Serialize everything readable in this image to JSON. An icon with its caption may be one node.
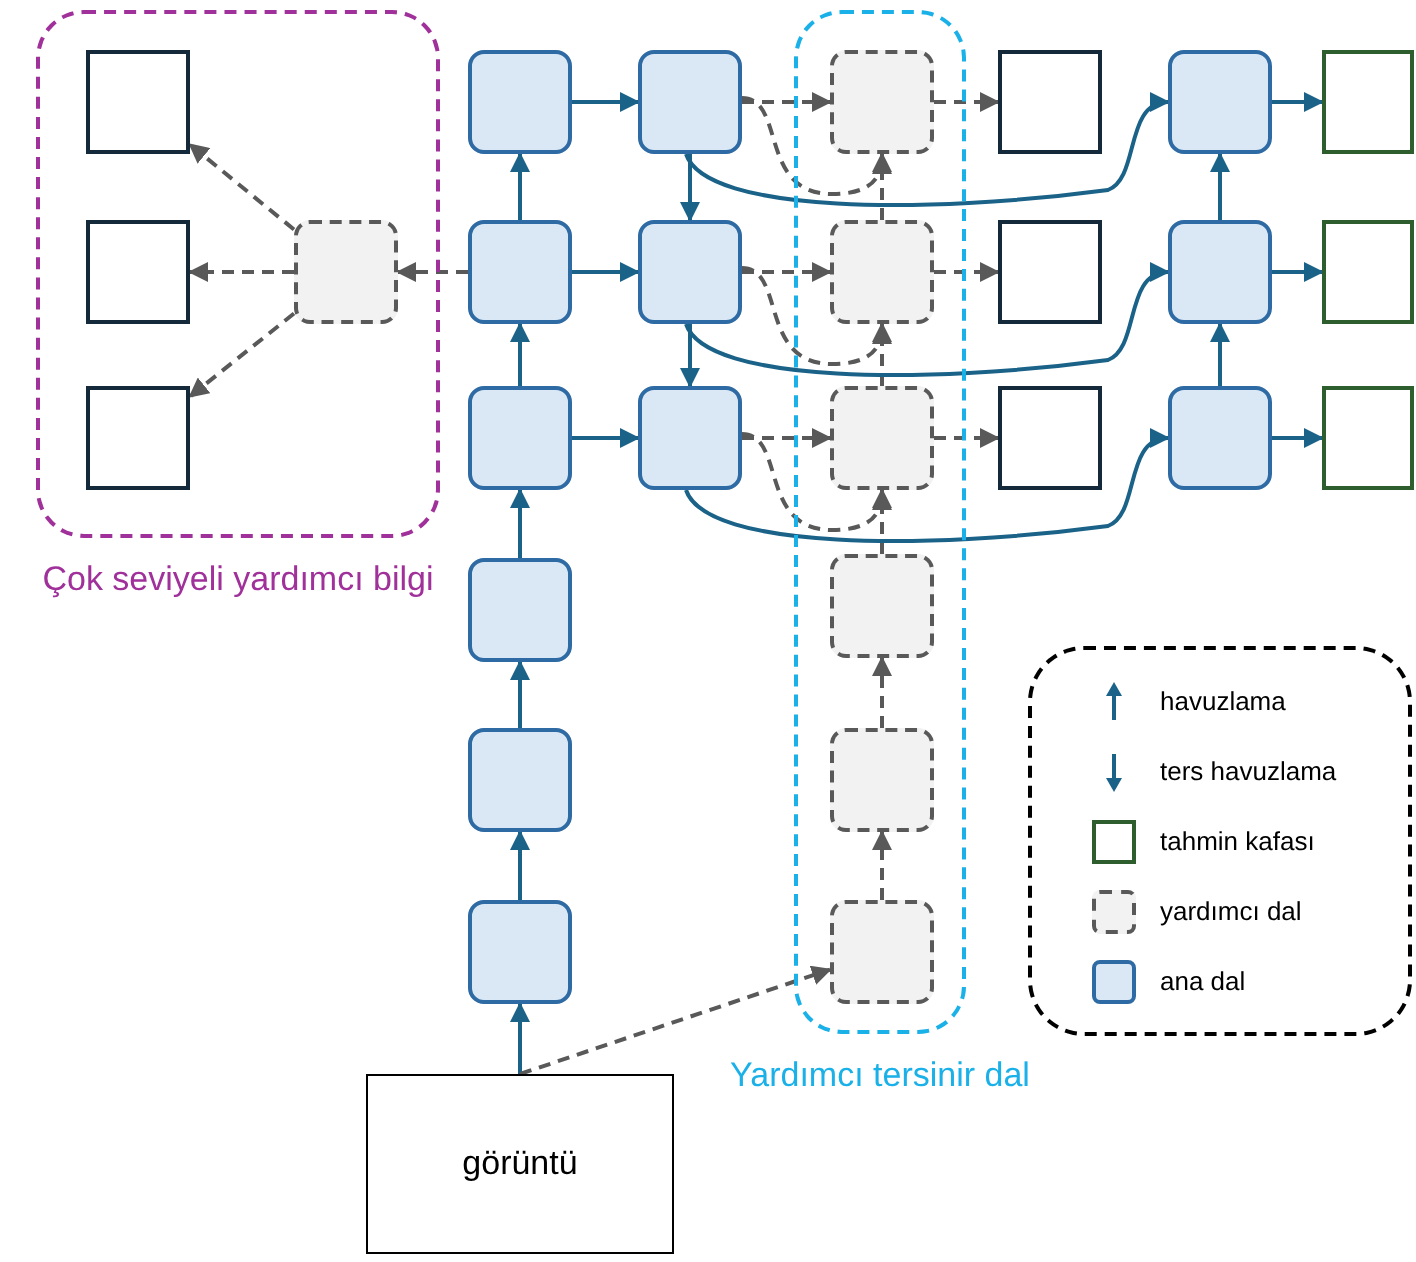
{
  "diagram": {
    "nodes": [
      {
        "text": [
          "Çok seviyeli yardımcı bilgi"
        ]
      },
      {
        "text": [],
        "shape": "box",
        "in": 0
      },
      {
        "text": [],
        "shape": "box",
        "in": 0
      },
      {
        "text": [],
        "shape": "box",
        "in": 0
      },
      {
        "text": [],
        "shape": "box",
        "in": 0
      },
      {
        "text": [
          "Yardımcı tersinir dal"
        ]
      },
      {
        "text": [],
        "shape": "box",
        "in": 5
      },
      {
        "text": [],
        "shape": "box",
        "in": 5
      },
      {
        "text": [],
        "shape": "box",
        "in": 5
      },
      {
        "text": [],
        "shape": "box",
        "in": 5
      },
      {
        "text": [],
        "shape": "box",
        "in": 5
      },
      {
        "text": [],
        "shape": "box",
        "in": 5
      },
      {
        "text": [],
        "shape": "box"
      },
      {
        "text": [],
        "shape": "box"
      },
      {
        "text": [],
        "shape": "box"
      },
      {
        "text": [],
        "shape": "box"
      },
      {
        "text": [],
        "shape": "box"
      },
      {
        "text": [],
        "shape": "box"
      },
      {
        "text": [],
        "shape": "box"
      },
      {
        "text": [],
        "shape": "box"
      },
      {
        "text": [],
        "shape": "box"
      },
      {
        "text": [],
        "shape": "box"
      },
      {
        "text": [],
        "shape": "box"
      },
      {
        "text": [],
        "shape": "box"
      },
      {
        "text": [],
        "shape": "box"
      },
      {
        "text": [],
        "shape": "box"
      },
      {
        "text": [],
        "shape": "box"
      },
      {
        "text": [],
        "shape": "box"
      },
      {
        "text": [],
        "shape": "box"
      },
      {
        "text": [],
        "shape": "box"
      },
      {
        "text": [
          "görüntü"
        ]
      }
    ],
    "edges": [
      {
        "from": 30,
        "to": 17,
        "arrow": "to"
      },
      {
        "from": 17,
        "to": 16,
        "arrow": "to"
      },
      {
        "from": 16,
        "to": 15,
        "arrow": "to"
      },
      {
        "from": 15,
        "to": 14,
        "arrow": "to"
      },
      {
        "from": 14,
        "to": 13,
        "arrow": "to"
      },
      {
        "from": 13,
        "to": 12,
        "arrow": "to"
      },
      {
        "from": 12,
        "to": 18,
        "arrow": "to"
      },
      {
        "from": 13,
        "to": 19,
        "arrow": "to"
      },
      {
        "from": 14,
        "to": 20,
        "arrow": "to"
      },
      {
        "from": 18,
        "to": 19,
        "arrow": "to"
      },
      {
        "from": 19,
        "to": 20,
        "arrow": "to"
      },
      {
        "from": 18,
        "to": 6,
        "arrow": "to",
        "style": "dashed",
        "color": "#595959"
      },
      {
        "from": 19,
        "to": 7,
        "arrow": "to",
        "style": "dashed",
        "color": "#595959"
      },
      {
        "from": 20,
        "to": 8,
        "arrow": "to",
        "style": "dashed",
        "color": "#595959"
      },
      {
        "from": 18,
        "to": 6,
        "arrow": "to",
        "style": "dashed",
        "color": "#595959"
      },
      {
        "from": 19,
        "to": 7,
        "arrow": "to",
        "style": "dashed",
        "color": "#595959"
      },
      {
        "from": 20,
        "to": 8,
        "arrow": "to",
        "style": "dashed",
        "color": "#595959"
      },
      {
        "from": 11,
        "to": 10,
        "arrow": "to",
        "style": "dashed",
        "color": "#595959"
      },
      {
        "from": 10,
        "to": 9,
        "arrow": "to",
        "style": "dashed",
        "color": "#595959"
      },
      {
        "from": 9,
        "to": 8,
        "arrow": "to",
        "style": "dashed",
        "color": "#595959"
      },
      {
        "from": 8,
        "to": 7,
        "arrow": "to",
        "style": "dashed",
        "color": "#595959"
      },
      {
        "from": 7,
        "to": 6,
        "arrow": "to",
        "style": "dashed",
        "color": "#595959"
      },
      {
        "from": 30,
        "to": 11,
        "arrow": "to",
        "style": "dashed",
        "color": "#595959"
      },
      {
        "from": 6,
        "to": 21,
        "arrow": "to",
        "style": "dashed",
        "color": "#595959"
      },
      {
        "from": 7,
        "to": 22,
        "arrow": "to",
        "style": "dashed",
        "color": "#595959"
      },
      {
        "from": 8,
        "to": 23,
        "arrow": "to",
        "style": "dashed",
        "color": "#595959"
      },
      {
        "from": 18,
        "to": 24,
        "arrow": "to"
      },
      {
        "from": 19,
        "to": 25,
        "arrow": "to"
      },
      {
        "from": 20,
        "to": 26,
        "arrow": "to"
      },
      {
        "from": 26,
        "to": 25,
        "arrow": "to"
      },
      {
        "from": 25,
        "to": 24,
        "arrow": "to"
      },
      {
        "from": 24,
        "to": 27,
        "arrow": "to"
      },
      {
        "from": 25,
        "to": 28,
        "arrow": "to"
      },
      {
        "from": 26,
        "to": 29,
        "arrow": "to"
      },
      {
        "from": 13,
        "to": 4,
        "arrow": "to",
        "style": "dashed",
        "color": "#595959"
      },
      {
        "from": 4,
        "to": 1,
        "arrow": "to",
        "style": "dashed",
        "color": "#595959"
      },
      {
        "from": 4,
        "to": 2,
        "arrow": "to",
        "style": "dashed",
        "color": "#595959"
      },
      {
        "from": 4,
        "to": 3,
        "arrow": "to",
        "style": "dashed",
        "color": "#595959"
      }
    ],
    "legend": [
      {
        "text": "havuzlama"
      },
      {
        "text": "ters havuzlama"
      },
      {
        "text": "tahmin kafası"
      },
      {
        "text": "yardımcı dal"
      },
      {
        "text": "ana dal"
      }
    ]
  }
}
